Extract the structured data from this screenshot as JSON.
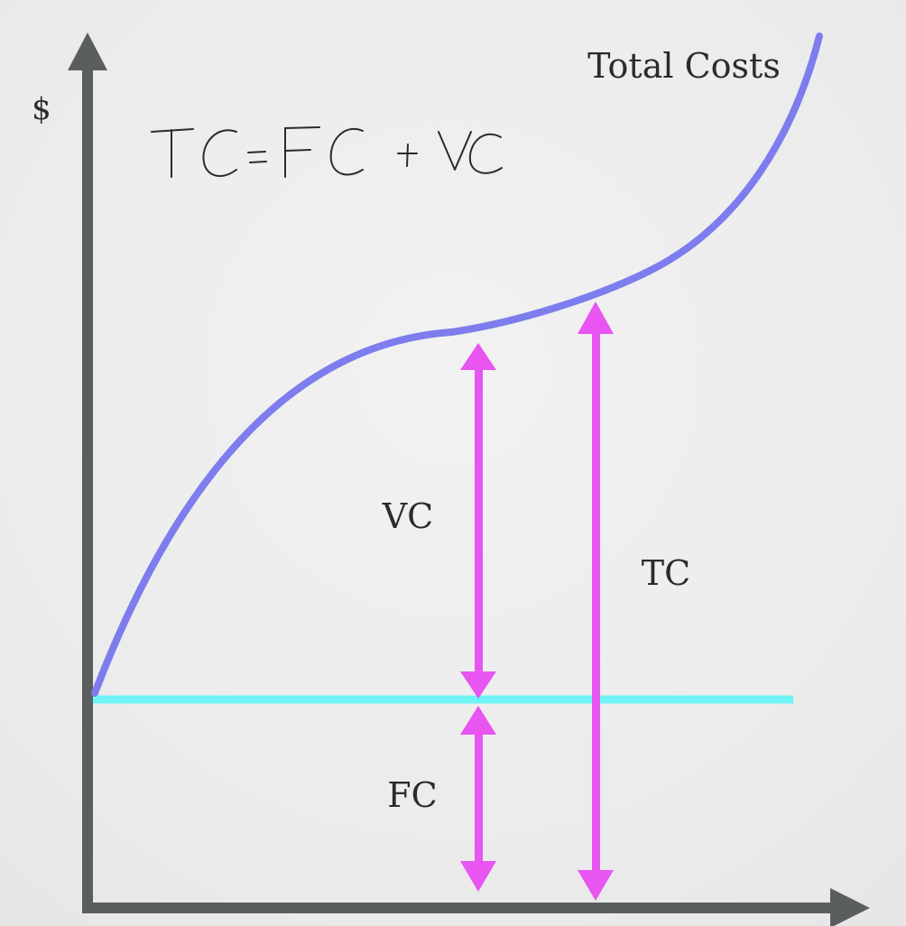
{
  "labels": {
    "y_axis": "$",
    "curve_name": "Total Costs",
    "vc": "VC",
    "fc": "FC",
    "tc": "TC",
    "equation": "TC = FC + VC"
  },
  "colors": {
    "background": "#eeeeee",
    "axis": "#5a5e5e",
    "total_cost_curve": "#7d7dee",
    "fixed_cost_line": "#6ef4f4",
    "arrows": "#e855f0",
    "text": "#2b2b2b"
  }
}
